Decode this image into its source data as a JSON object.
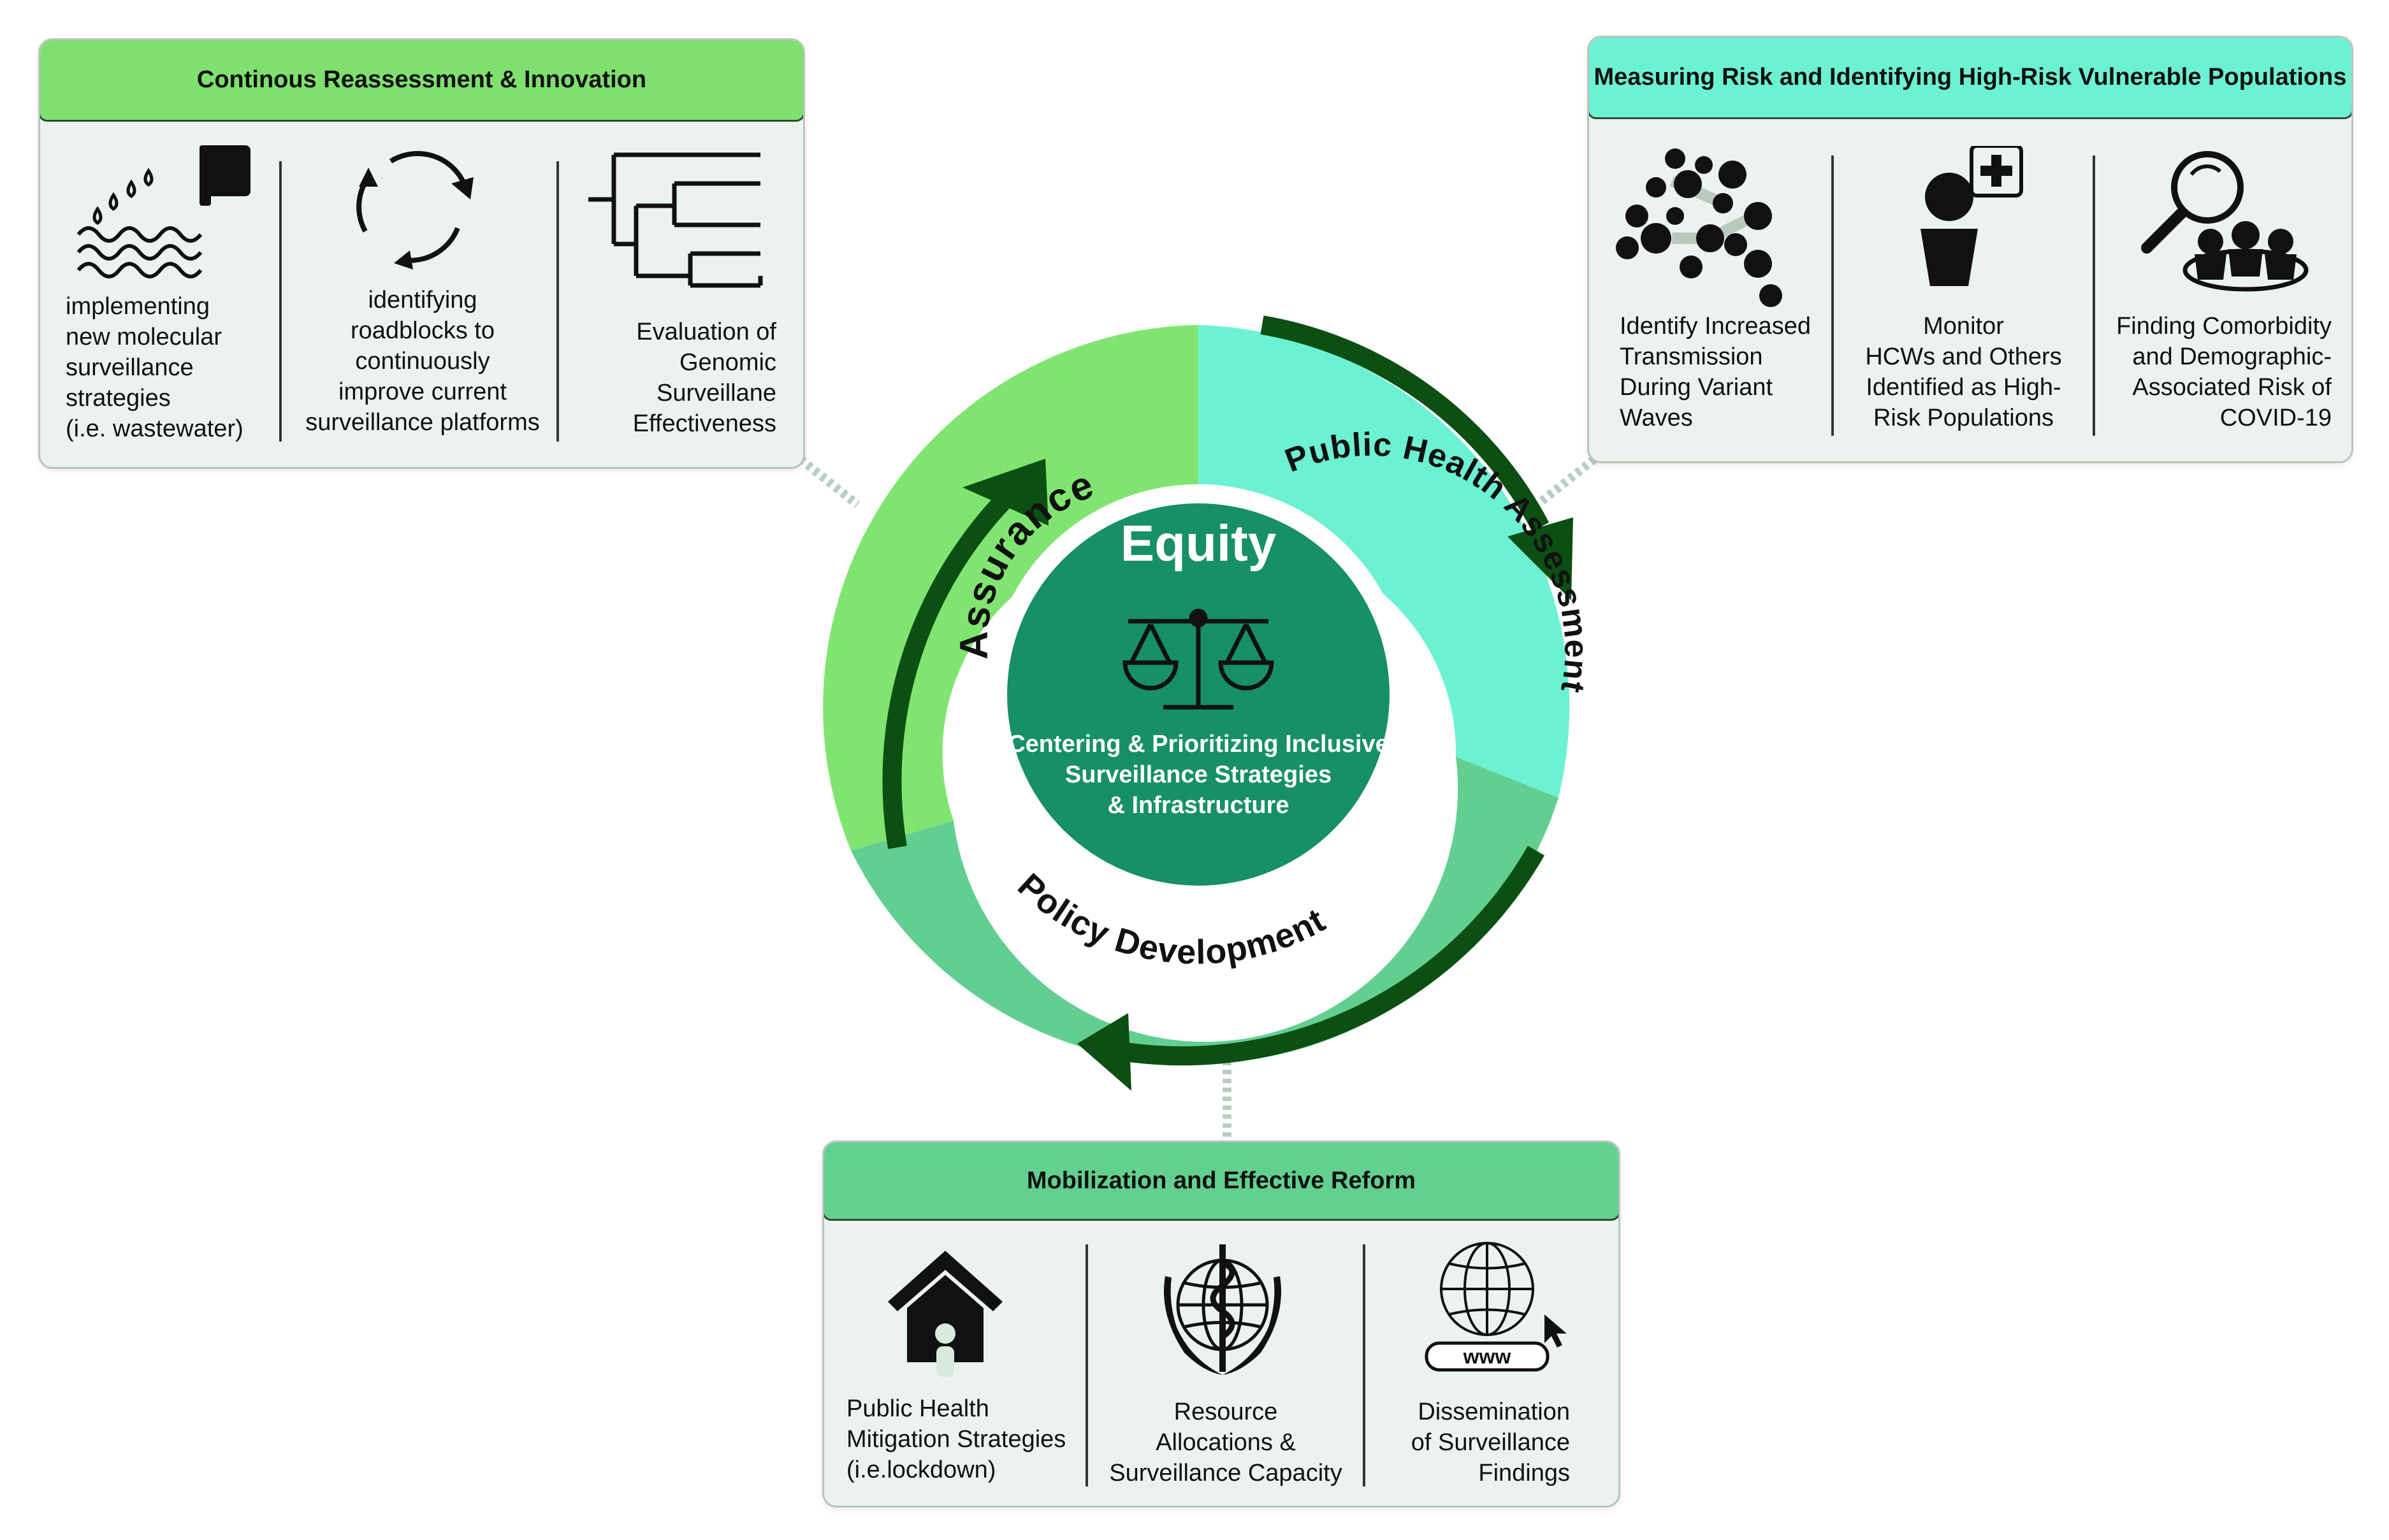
{
  "center": {
    "title": "Equity",
    "subtitle": "Centering & Prioritizing Inclusive\nSurveillance Strategies\n& Infrastructure",
    "icon": "balance-scale-icon"
  },
  "ring": {
    "assurance": "Assurance",
    "assessment": "Public Health Assessment",
    "policy": "Policy Development"
  },
  "colors": {
    "assurance": "#80e570",
    "assessment": "#6cf2d2",
    "policy": "#62cf90",
    "core": "#178f69",
    "arrow": "#0b4f12"
  },
  "panels": {
    "reassess": {
      "title": "Continous Reassessment & Innovation",
      "items": [
        {
          "icon": "wastewater-icon",
          "text": "implementing\nnew molecular\nsurveillance\nstrategies\n(i.e. wastewater)"
        },
        {
          "icon": "cycle-arrows-icon",
          "text": "identifying\nroadblocks to\ncontinuously\nimprove current\nsurveillance platforms"
        },
        {
          "icon": "phylogenetic-tree-icon",
          "text": "Evaluation of\nGenomic\nSurveillane\nEffectiveness"
        }
      ]
    },
    "risk": {
      "title": "Measuring Risk and Identifying\nHigh-Risk Vulnerable Populations",
      "items": [
        {
          "icon": "transmission-network-icon",
          "text": "Identify Increased\nTransmission\nDuring Variant\nWaves"
        },
        {
          "icon": "health-worker-icon",
          "text": "Monitor\nHCWs and Others\nIdentified as High-\nRisk Populations"
        },
        {
          "icon": "magnifier-population-icon",
          "text": "Finding Comorbidity\nand Demographic-\nAssociated Risk of\nCOVID-19"
        }
      ]
    },
    "mobil": {
      "title": "Mobilization and Effective Reform",
      "items": [
        {
          "icon": "home-lockdown-icon",
          "text": "Public Health\nMitigation Strategies\n(i.e.lockdown)"
        },
        {
          "icon": "who-emblem-icon",
          "text": "Resource\nAllocations &\nSurveillance Capacity"
        },
        {
          "icon": "globe-www-icon",
          "www": "www",
          "text": "Dissemination\nof Surveillance\nFindings"
        }
      ]
    }
  }
}
